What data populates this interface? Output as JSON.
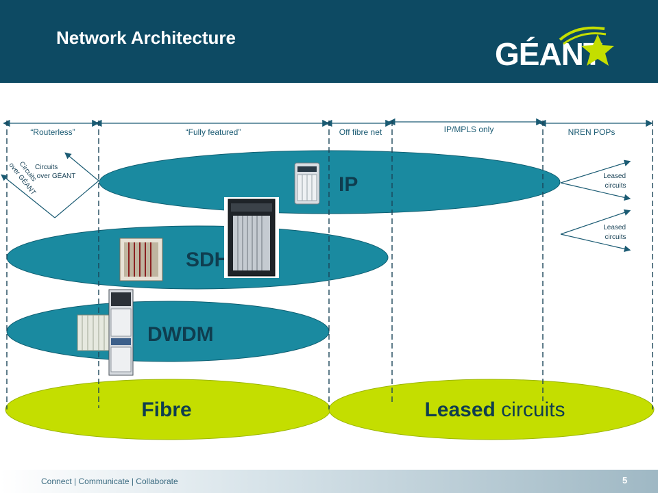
{
  "title": "Network Architecture",
  "logo": {
    "text": "GÉANT",
    "icon": "star-swoosh-logo"
  },
  "segments": {
    "routerless": "“Routerless”",
    "fully_featured": "“Fully featured”",
    "off_fibre": "Off fibre net",
    "ipmpls": "IP/MPLS only",
    "nren": "NREN POPs"
  },
  "layers": {
    "ip": "IP",
    "sdh": "SDH",
    "dwdm": "DWDM",
    "fibre": "Fibre",
    "leased_bold": "Leased",
    "leased_rest": " circuits"
  },
  "annotations": {
    "circuits_over_geant_line1": "Circuits",
    "circuits_over_geant_line2": "over GÉANT",
    "leased1_line1": "Leased",
    "leased1_line2": "circuits",
    "leased2_line1": "Leased",
    "leased2_line2": "circuits"
  },
  "colors": {
    "header": "#0d4a63",
    "teal_layer": "#1a8aa0",
    "fibre_layer": "#c4de00",
    "layer_text_dark": "#0f3d4f"
  },
  "footer": {
    "tagline": "Connect | Communicate | Collaborate",
    "page": "5"
  }
}
